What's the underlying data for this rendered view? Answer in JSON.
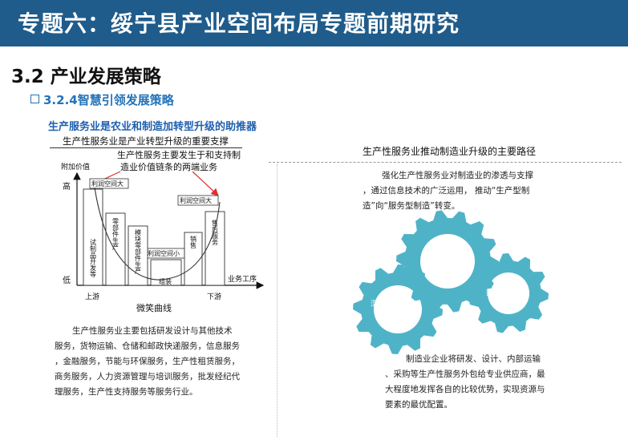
{
  "header": {
    "title": "专题六：绥宁县产业空间布局专题前期研究"
  },
  "section": {
    "title": "3.2  产业发展策略"
  },
  "subsection": {
    "title": "3.2.4智慧引领发展策略"
  },
  "headline": "生产服务业是农业和制造加转型升级的助推器",
  "left": {
    "figure_title": "生产性服务业是产业转型升级的重要支撑",
    "callout": [
      "生产性服务主要发生于和支持制",
      "造业价值链条的两端业务"
    ],
    "diagram": {
      "y_label": "附加价值",
      "high": "高",
      "low": "低",
      "x_label": "业务工序",
      "upstream": "上游",
      "downstream": "下游",
      "profit_big_left": "利润空间大",
      "profit_big_right": "利润空间大",
      "profit_small": "利润空间小",
      "bars": [
        {
          "label": "试制品开发等"
        },
        {
          "label": "零部件生产"
        },
        {
          "label": "模块零部件生产"
        },
        {
          "label": "组装"
        },
        {
          "label": "销售"
        },
        {
          "label": "售后服务"
        }
      ],
      "curve_label": "微笑曲线"
    },
    "paragraph": [
      "生产性服务业主要包括研发设计与其他技术",
      "服务，货物运输、仓储和邮政快递服务，信息服务",
      "，金融服务，节能与环保服务，生产性租赁服务，",
      "商务服务，人力资源管理与培训服务，批发经纪代",
      "理服务，生产性支持服务等服务行业。"
    ]
  },
  "right": {
    "figure_title": "生产性服务业推动制造业升级的主要路径",
    "intro": [
      "强化生产性服务业对制造业的渗透与支撑",
      "，通过信息技术的广泛运用， 推动“生产型制",
      "造”向“服务型制造”转变。"
    ],
    "gears": [
      {
        "label": "加强产业融合"
      },
      {
        "label": "深化分工和合作"
      },
      {
        "label": "推动产业集群"
      }
    ],
    "outro": [
      "制造业企业将研发、设计、内部运输",
      "、采购等生产性服务外包给专业供应商，最",
      "大程度地发挥各自的比较优势，实现资源与",
      "要素的最优配置。"
    ],
    "gear_color": "#4fb3c8"
  },
  "colors": {
    "banner": "#1f5c8b",
    "accent": "#2473b8",
    "arrow": "#e03030"
  }
}
